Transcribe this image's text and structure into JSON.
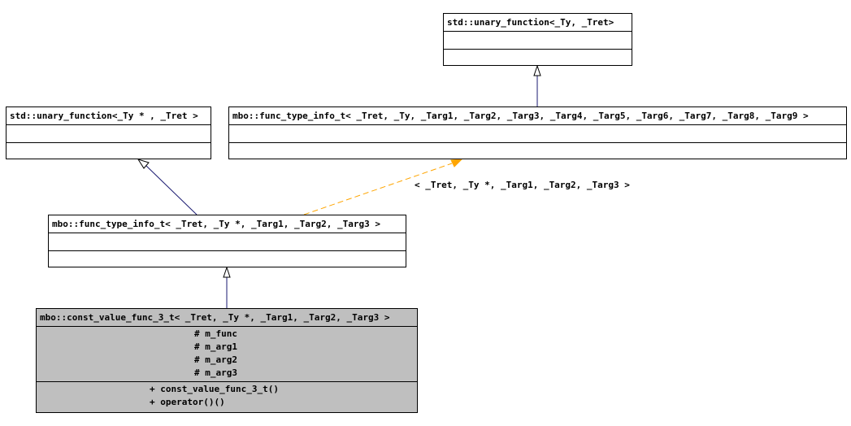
{
  "classes": {
    "std_unary_ty_tret": {
      "title": "std::unary_function<_Ty, _Tret>"
    },
    "std_unary_typtr_tret": {
      "title": "std::unary_function<_Ty * , _Tret >"
    },
    "mbo_func_type_info_full": {
      "title": "mbo::func_type_info_t< _Tret, _Ty, _Targ1, _Targ2, _Targ3, _Targ4, _Targ5, _Targ6, _Targ7, _Targ8, _Targ9 >"
    },
    "mbo_func_type_info_partial": {
      "title": "mbo::func_type_info_t< _Tret, _Ty *, _Targ1, _Targ2, _Targ3 >"
    },
    "mbo_const_value_func": {
      "title": "mbo::const_value_func_3_t< _Tret, _Ty *, _Targ1, _Targ2, _Targ3 >",
      "attributes": [
        "# m_func",
        "# m_arg1",
        "# m_arg2",
        "# m_arg3"
      ],
      "methods": [
        "+ const_value_func_3_t()",
        "+ operator()()"
      ]
    }
  },
  "template_edge_label": "< _Tret, _Ty *, _Targ1, _Targ2, _Targ3 >",
  "colors": {
    "inheritance": "#191970",
    "template_instance": "#ffa500",
    "highlight_fill": "#bfbfbf"
  }
}
